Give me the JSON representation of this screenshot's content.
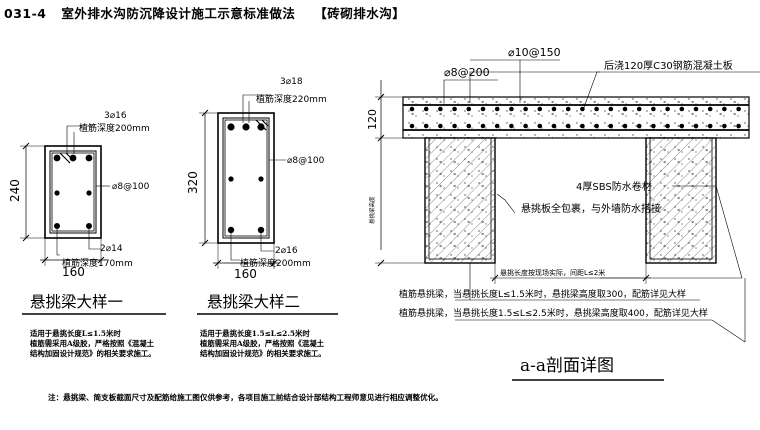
{
  "title": {
    "code": "031-4",
    "text": "室外排水沟防沉降设计施工示意标准做法",
    "tag": "【砖砌排水沟】"
  },
  "beam1": {
    "top_bar": "3⌀16",
    "top_anchor": "植筋深度200mm",
    "stirrup": "⌀8@100",
    "bottom_bar": "2⌀14",
    "bottom_anchor": "植筋深度170mm",
    "height": "240",
    "width": "160",
    "caption": "悬挑梁大样一",
    "notes": [
      "适用于悬挑长度L≤1.5米时",
      "植筋需采用A级胶，严格按照《混凝土",
      "结构加固设计规范》的相关要求施工。"
    ]
  },
  "beam2": {
    "top_bar": "3⌀18",
    "top_anchor": "植筋深度220mm",
    "stirrup": "⌀8@100",
    "bottom_bar": "2⌀16",
    "bottom_anchor": "植筋深度200mm",
    "height": "320",
    "width": "160",
    "caption": "悬挑梁大样二",
    "notes": [
      "适用于悬挑长度1.5≤L≤2.5米时",
      "植筋需采用A级胶，严格按照《混凝土",
      "结构加固设计规范》的相关要求施工。"
    ]
  },
  "section": {
    "top_rebar": "⌀10@150",
    "dist_rebar": "⌀8@200",
    "slab_label": "后浇120厚C30钢筋混凝土板",
    "slab_thickness": "120",
    "left_vertical": "悬挑梁高度",
    "membrane": "4厚SBS防水卷材",
    "wrap": "悬挑板全包裹，与外墙防水搭接",
    "span_label": "悬挑长度按现场实际，间距L≤2米",
    "note1": "植筋悬挑梁，当悬挑长度L≤1.5米时，悬挑梁高度取300，配筋详见大样",
    "note2": "植筋悬挑梁，当悬挑长度1.5≤L≤2.5米时，悬挑梁高度取400，配筋详见大样",
    "caption": "a-a剖面详图"
  },
  "footnote": "注：悬挑梁、简支板截面尺寸及配筋给施工图仅供参考，各项目施工前结合设计部结构工程师意见进行相应调整优化。"
}
